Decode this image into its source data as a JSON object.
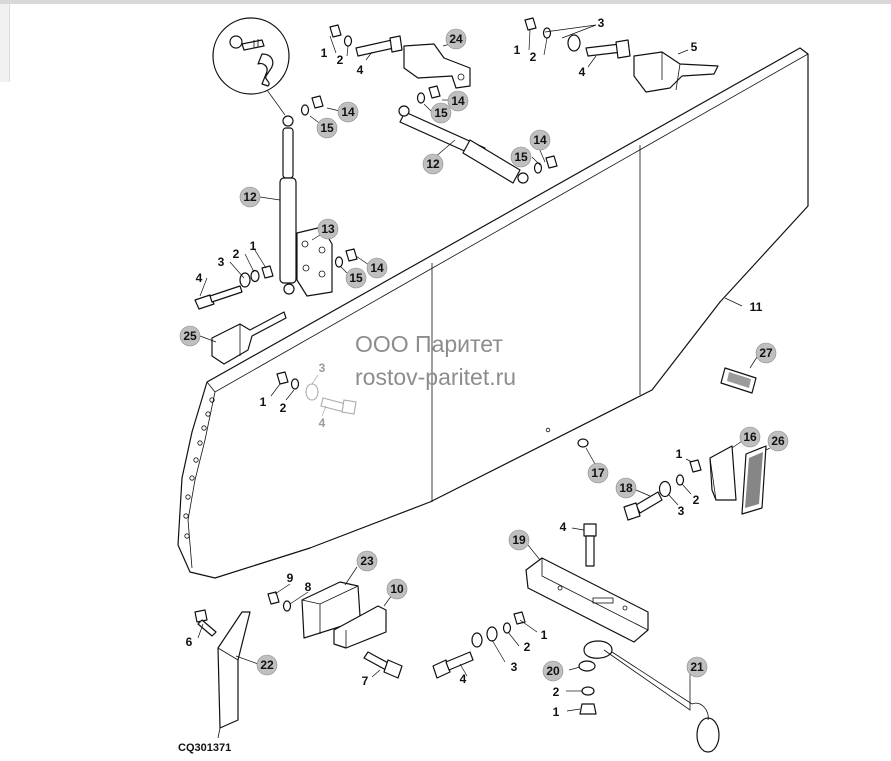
{
  "diagram": {
    "drawing_number": "CQ301371",
    "watermark_line1": "ООО Паритет",
    "watermark_line2": "rostov-paritet.ru"
  },
  "callouts": [
    {
      "label": "1"
    },
    {
      "label": "2"
    },
    {
      "label": "4"
    },
    {
      "label": "24"
    },
    {
      "label": "3"
    },
    {
      "label": "1"
    },
    {
      "label": "2"
    },
    {
      "label": "4"
    },
    {
      "label": "5"
    },
    {
      "label": "14"
    },
    {
      "label": "15"
    },
    {
      "label": "14"
    },
    {
      "label": "15"
    },
    {
      "label": "12"
    },
    {
      "label": "14"
    },
    {
      "label": "15"
    },
    {
      "label": "12"
    },
    {
      "label": "13"
    },
    {
      "label": "3"
    },
    {
      "label": "2"
    },
    {
      "label": "1"
    },
    {
      "label": "4"
    },
    {
      "label": "14"
    },
    {
      "label": "15"
    },
    {
      "label": "11"
    },
    {
      "label": "25"
    },
    {
      "label": "27"
    },
    {
      "label": "1"
    },
    {
      "label": "2"
    },
    {
      "label": "3"
    },
    {
      "label": "4"
    },
    {
      "label": "17"
    },
    {
      "label": "16"
    },
    {
      "label": "26"
    },
    {
      "label": "1"
    },
    {
      "label": "18"
    },
    {
      "label": "2"
    },
    {
      "label": "3"
    },
    {
      "label": "4"
    },
    {
      "label": "19"
    },
    {
      "label": "23"
    },
    {
      "label": "9"
    },
    {
      "label": "8"
    },
    {
      "label": "10"
    },
    {
      "label": "6"
    },
    {
      "label": "22"
    },
    {
      "label": "7"
    },
    {
      "label": "1"
    },
    {
      "label": "2"
    },
    {
      "label": "3"
    },
    {
      "label": "4"
    },
    {
      "label": "20"
    },
    {
      "label": "2"
    },
    {
      "label": "1"
    },
    {
      "label": "21"
    }
  ]
}
